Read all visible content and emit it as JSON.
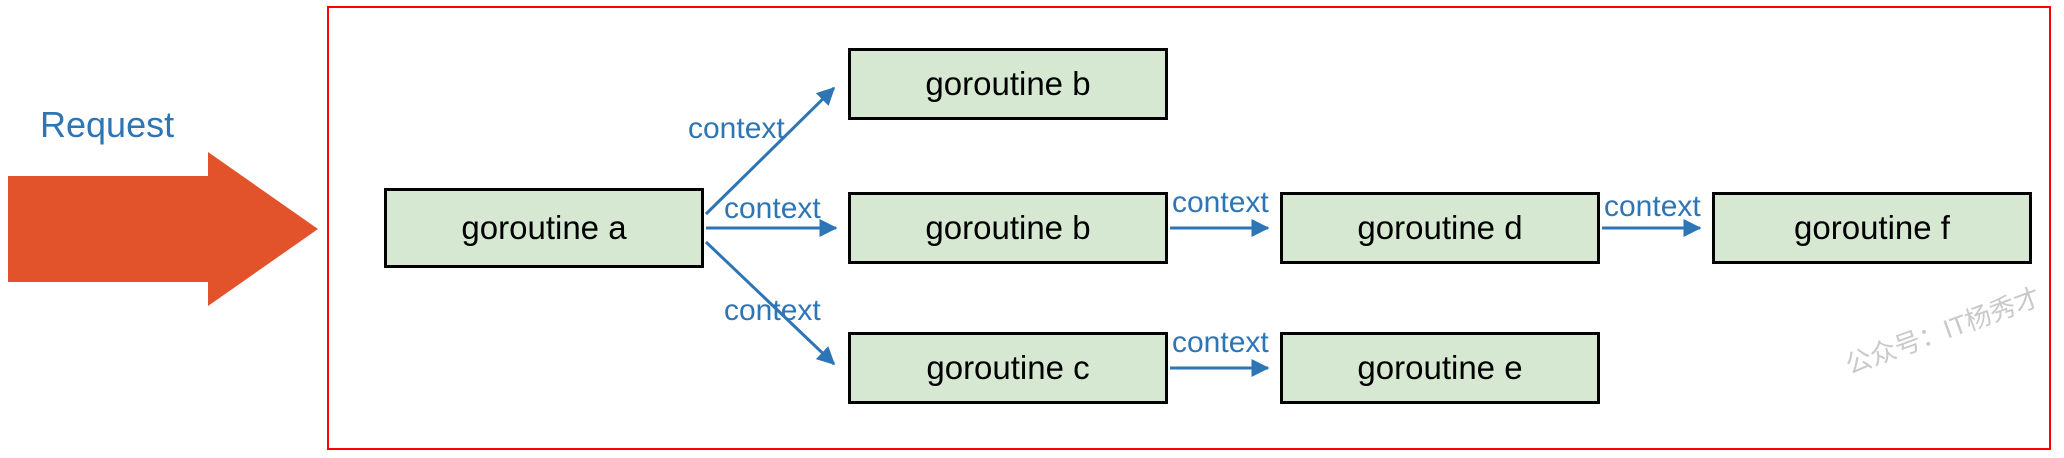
{
  "diagram": {
    "request_label": "Request",
    "watermark": "公众号：IT杨秀才",
    "nodes": [
      {
        "id": "a",
        "label": "goroutine a"
      },
      {
        "id": "b-top",
        "label": "goroutine b"
      },
      {
        "id": "b-mid",
        "label": "goroutine b"
      },
      {
        "id": "c",
        "label": "goroutine c"
      },
      {
        "id": "d",
        "label": "goroutine d"
      },
      {
        "id": "e",
        "label": "goroutine e"
      },
      {
        "id": "f",
        "label": "goroutine f"
      }
    ],
    "edges": [
      {
        "from": "a",
        "to": "b-top",
        "label": "context"
      },
      {
        "from": "a",
        "to": "b-mid",
        "label": "context"
      },
      {
        "from": "a",
        "to": "c",
        "label": "context"
      },
      {
        "from": "b-mid",
        "to": "d",
        "label": "context"
      },
      {
        "from": "d",
        "to": "f",
        "label": "context"
      },
      {
        "from": "c",
        "to": "e",
        "label": "context"
      }
    ],
    "colors": {
      "node_fill": "#d6e8d2",
      "node_border": "#000000",
      "edge_blue": "#2e75b6",
      "request_arrow_orange": "#e2532b",
      "frame_red": "#ff0000",
      "watermark_gray": "#c9c9c9"
    }
  }
}
